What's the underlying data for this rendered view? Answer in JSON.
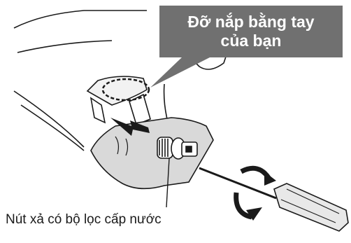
{
  "callout": {
    "line1": "Đỡ nắp bằng tay",
    "line2": "của bạn"
  },
  "caption": "Nút xả có bộ lọc cấp nước",
  "colors": {
    "callout_bg": "#707070",
    "line": "#1a1a1a",
    "cloth": "#d9d9d9",
    "handle": "#e8e8e8"
  },
  "icons": [
    "callout-box",
    "hand-cloth-icon",
    "drain-filter-icon",
    "screwdriver-icon",
    "rotate-arrow-icon",
    "pull-arrow-icon"
  ]
}
